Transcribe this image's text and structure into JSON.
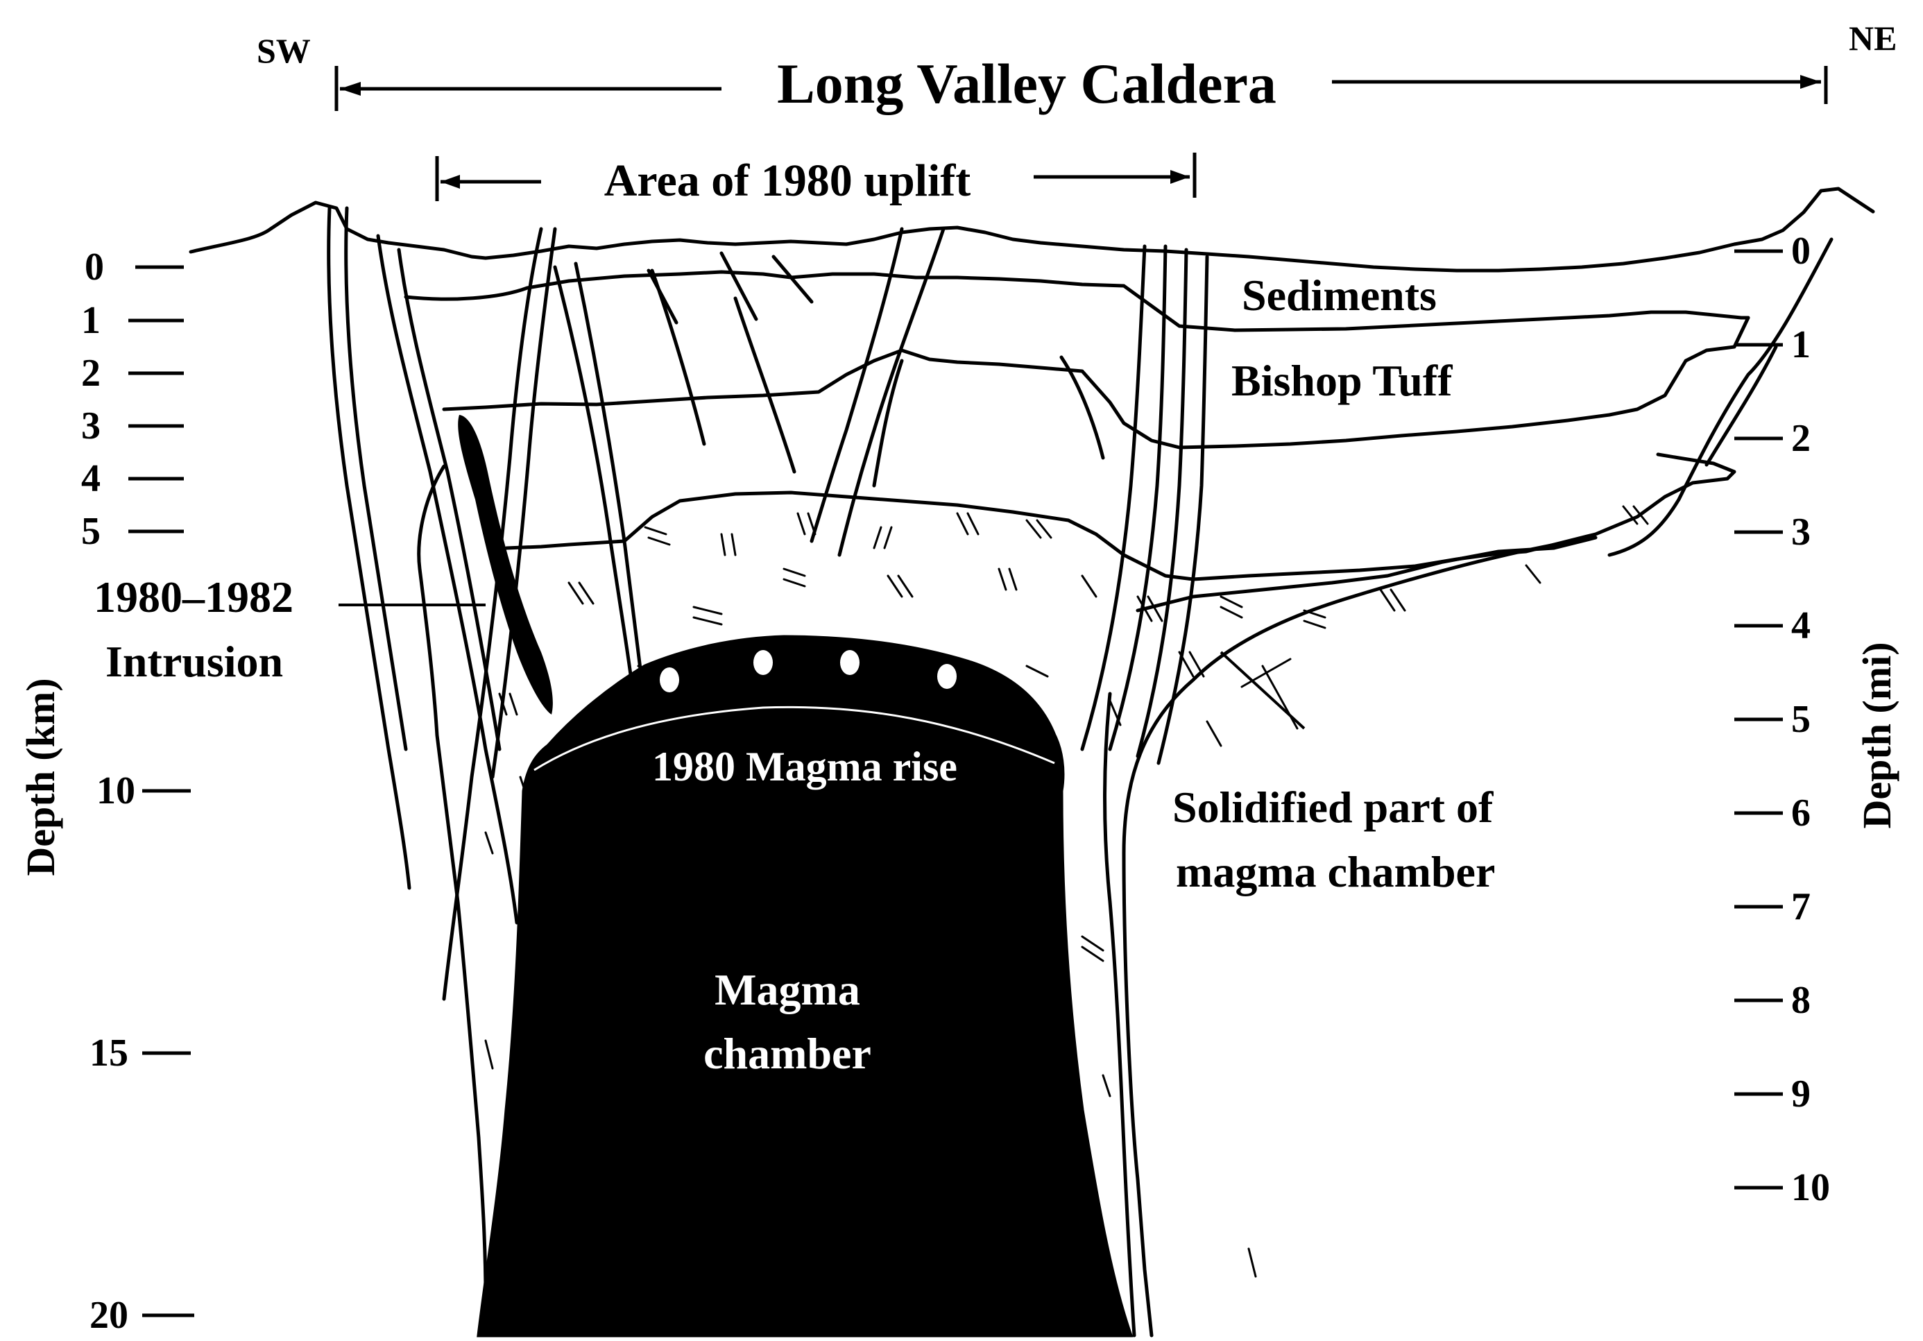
{
  "orientation": {
    "left": "SW",
    "right": "NE"
  },
  "spans": {
    "caldera": "Long Valley Caldera",
    "uplift": "Area of 1980 uplift"
  },
  "left_axis": {
    "label": "Depth (km)",
    "ticks": [
      "0",
      "1",
      "2",
      "3",
      "4",
      "5",
      "10",
      "15",
      "20"
    ]
  },
  "right_axis": {
    "label": "Depth (mi)",
    "ticks": [
      "0",
      "1",
      "2",
      "3",
      "4",
      "5",
      "6",
      "7",
      "8",
      "9",
      "10"
    ]
  },
  "labels": {
    "sediments": "Sediments",
    "bishop_tuff": "Bishop Tuff",
    "intrusion_line1": "1980–1982",
    "intrusion_line2": "Intrusion",
    "magma_rise": "1980 Magma rise",
    "magma_chamber_line1": "Magma",
    "magma_chamber_line2": "chamber",
    "solidified_line1": "Solidified part of",
    "solidified_line2": "magma chamber"
  },
  "colors": {
    "ink": "#000000",
    "paper": "#ffffff"
  }
}
